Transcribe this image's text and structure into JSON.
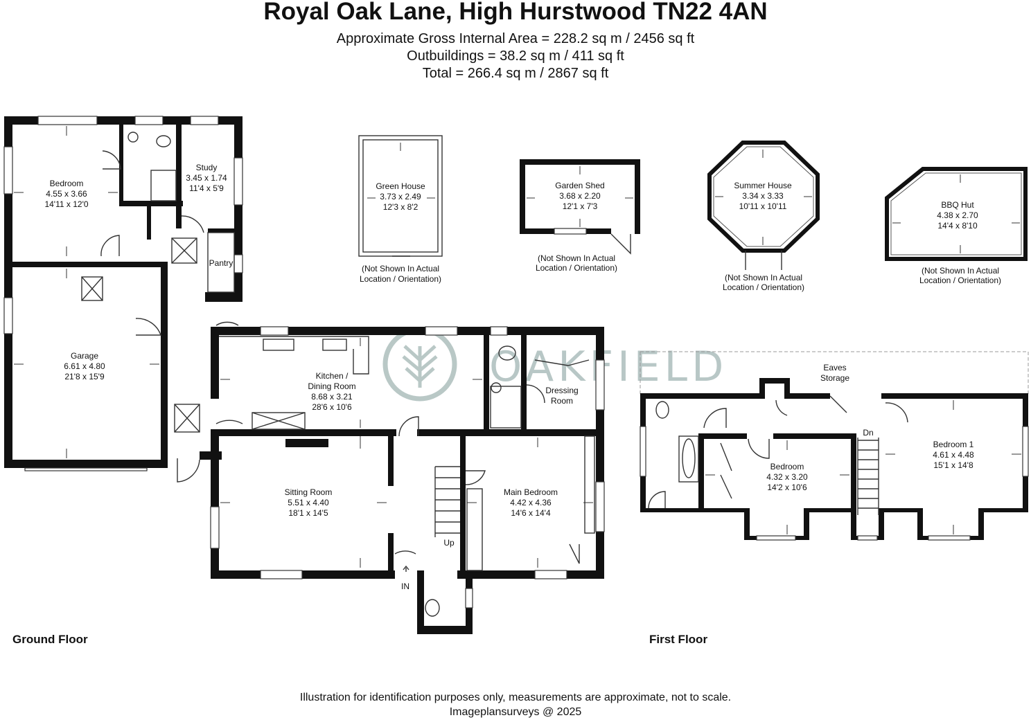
{
  "header": {
    "title": "Royal Oak Lane, High Hurstwood TN22 4AN",
    "gross_area": "Approximate Gross Internal Area = 228.2 sq m / 2456 sq ft",
    "outbuildings": "Outbuildings = 38.2 sq m / 411 sq ft",
    "total": "Total = 266.4 sq m / 2867 sq ft"
  },
  "floors": {
    "ground_label": "Ground Floor",
    "first_label": "First Floor"
  },
  "rooms": {
    "bedroom_gf": {
      "name": "Bedroom",
      "metric": "4.55 x 3.66",
      "imperial": "14'11 x 12'0"
    },
    "study": {
      "name": "Study",
      "metric": "3.45 x 1.74",
      "imperial": "11'4 x 5'9"
    },
    "pantry": {
      "name": "Pantry"
    },
    "garage": {
      "name": "Garage",
      "metric": "6.61 x 4.80",
      "imperial": "21'8 x 15'9"
    },
    "kitchen": {
      "name_line1": "Kitchen /",
      "name_line2": "Dining Room",
      "metric": "8.68 x 3.21",
      "imperial": "28'6 x 10'6"
    },
    "dressing": {
      "name_line1": "Dressing",
      "name_line2": "Room"
    },
    "sitting": {
      "name": "Sitting Room",
      "metric": "5.51 x 4.40",
      "imperial": "18'1 x 14'5"
    },
    "main_bedroom": {
      "name": "Main Bedroom",
      "metric": "4.42 x 4.36",
      "imperial": "14'6 x 14'4"
    },
    "bedroom_ff": {
      "name": "Bedroom",
      "metric": "4.32 x 3.20",
      "imperial": "14'2 x 10'6"
    },
    "bedroom1": {
      "name": "Bedroom 1",
      "metric": "4.61 x 4.48",
      "imperial": "15'1 x 14'8"
    },
    "eaves": {
      "name_line1": "Eaves",
      "name_line2": "Storage"
    }
  },
  "outbuildings": {
    "greenhouse": {
      "name": "Green House",
      "metric": "3.73 x 2.49",
      "imperial": "12'3 x 8'2"
    },
    "shed": {
      "name": "Garden Shed",
      "metric": "3.68 x 2.20",
      "imperial": "12'1 x 7'3"
    },
    "summer": {
      "name": "Summer House",
      "metric": "3.34 x 3.33",
      "imperial": "10'11 x 10'11"
    },
    "bbq": {
      "name": "BBQ Hut",
      "metric": "4.38 x 2.70",
      "imperial": "14'4 x 8'10"
    },
    "note_line1": "(Not Shown In Actual",
    "note_line2": "Location / Orientation)"
  },
  "markers": {
    "up": "Up",
    "down": "Dn",
    "entrance": "IN"
  },
  "brand": {
    "logo_text": "OAKFIELD",
    "color": "#7f9a98"
  },
  "footer": {
    "disclaimer": "Illustration for identification purposes only, measurements are approximate, not to scale.",
    "credit": "Imageplansurveys @ 2025"
  }
}
